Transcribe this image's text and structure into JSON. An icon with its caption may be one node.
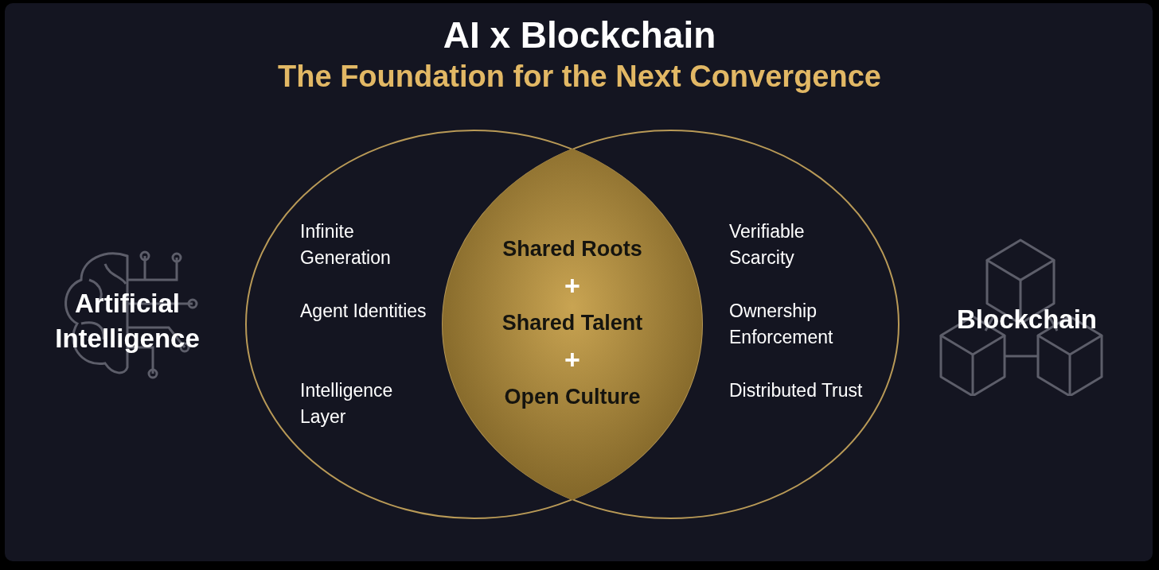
{
  "diagram": {
    "title": "AI x Blockchain",
    "nodes": [
      {
        "text": [
          "Infinite Generation",
          "Agent Identities",
          "Intelligence Layer"
        ]
      },
      {
        "text": [
          "Verifiable Scarcity",
          "Ownership Enforcement",
          "Distributed Trust"
        ]
      },
      {
        "text": [
          "Shared Roots",
          "+",
          "Shared Talent",
          "+",
          "Open Culture"
        ]
      }
    ],
    "labels": [
      "The Foundation for the Next Convergence",
      "Artificial Intelligence",
      "Blockchain"
    ]
  }
}
